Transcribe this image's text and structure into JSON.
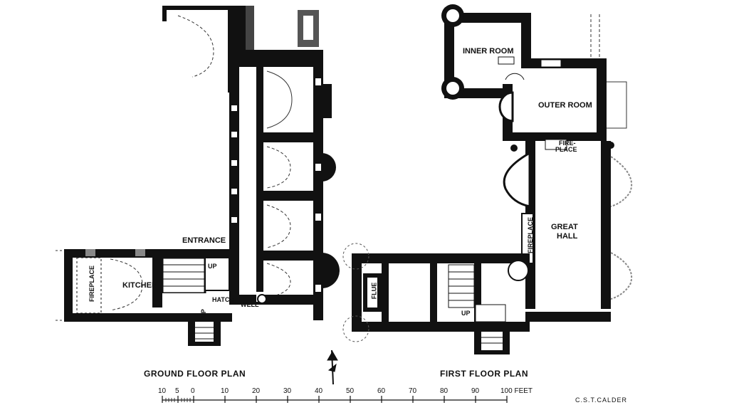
{
  "ground_floor": {
    "title": "GROUND FLOOR PLAN",
    "labels": {
      "entrance": "ENTRANCE",
      "up_stair": "UP",
      "kitchen": "KITCHEN",
      "fireplace": "FIREPLACE",
      "hatch": "HATCH",
      "well": "WELL",
      "up_entry": "UP"
    }
  },
  "first_floor": {
    "title": "FIRST FLOOR PLAN",
    "labels": {
      "inner_room": "INNER ROOM",
      "outer_room": "OUTER ROOM",
      "fire": "FIRE-",
      "place": "PLACE",
      "great": "GREAT",
      "hall": "HALL",
      "fireplace": "FIREPLACE",
      "flue": "FLUE",
      "up": "UP"
    }
  },
  "scale_bar": {
    "ticks": [
      "10",
      "5",
      "0",
      "10",
      "20",
      "30",
      "40",
      "50",
      "60",
      "70",
      "80",
      "90",
      "100 FEET"
    ]
  },
  "credit": "C.S.T.CALDER",
  "north_arrow_icon": "north-arrow-icon"
}
